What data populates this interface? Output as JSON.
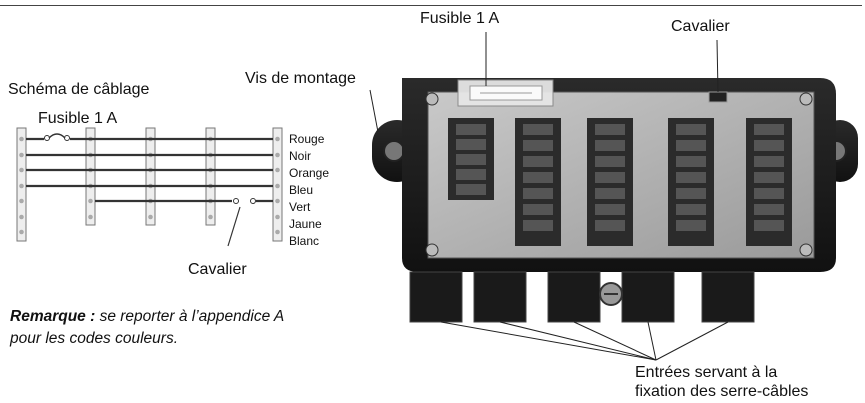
{
  "header": {
    "wiring_title": "Schéma de câblage"
  },
  "wiring": {
    "fuse_label": "Fusible 1 A",
    "wires": [
      "Rouge",
      "Noir",
      "Orange",
      "Bleu",
      "Vert",
      "Jaune",
      "Blanc"
    ],
    "jumper_label": "Cavalier"
  },
  "photo_labels": {
    "fuse": "Fusible 1 A",
    "jumper": "Cavalier",
    "mount_screw": "Vis de montage",
    "entries_line1": "Entrées servant à la",
    "entries_line2": "fixation des serre-câbles"
  },
  "remark": {
    "lead": "Remarque :",
    "text_line1": " se reporter à l’appendice A",
    "text_line2": "pour les codes couleurs."
  }
}
